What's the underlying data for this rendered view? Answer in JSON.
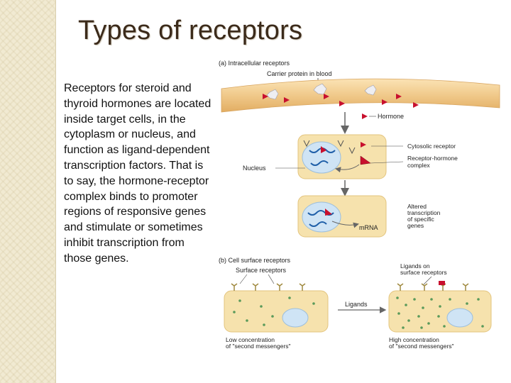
{
  "slide": {
    "title": "Types of receptors",
    "body": "Receptors for steroid and thyroid hormones are located inside target cells, in the cytoplasm or nucleus, and function as ligand-dependent transcription factors. That is to say, the hormone-receptor complex binds to promoter regions of responsive genes and stimulate or sometimes inhibit transcription from those genes."
  },
  "figure": {
    "panel_a_title": "(a)  Intracellular receptors",
    "carrier_label": "Carrier protein in blood",
    "hormone_label": "Hormone",
    "cytosolic_label": "Cytosolic receptor",
    "complex_label_1": "Receptor-hormone",
    "complex_label_2": "complex",
    "nucleus_label": "Nucleus",
    "altered_label": [
      "Altered",
      "transcription",
      "of specific",
      "genes"
    ],
    "mrna_label": "mRNA",
    "panel_b_title": "(b)  Cell surface receptors",
    "surface_label": "Surface receptors",
    "ligands_on_label_1": "Ligands on",
    "ligands_on_label_2": "surface receptors",
    "ligands_label": "Ligands",
    "low_label_1": "Low concentration",
    "low_label_2": "of \"second messengers\"",
    "high_label_1": "High concentration",
    "high_label_2": "of \"second messengers\""
  },
  "colors": {
    "cell": "#f6e2ad",
    "cell_border": "#e3c47e",
    "vessel": "#f0c98a",
    "hormone": "#c8102e",
    "nucleus": "#cfe4f5",
    "dna": "#1f5fa8"
  }
}
